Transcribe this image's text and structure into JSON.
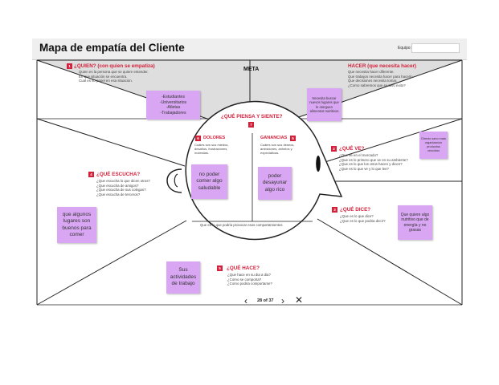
{
  "header": {
    "title": "Mapa de empatía del Cliente",
    "team_label": "Equipo:"
  },
  "meta_label": "META",
  "sections": {
    "quien": {
      "num": "1",
      "title": "¿QUIEN? (con quien se empatiza)",
      "lines": [
        "Quien es la persona que se quiere entender.",
        "En que situación se encuentra.",
        "Cual es su papel en esa situacion."
      ]
    },
    "hacer": {
      "title": "HACER (que necesita hacer)",
      "lines": [
        "Que necesita hacer diferente.",
        "Que trabajos necesita hacer para hacerlo.",
        "Que decisiones necesita tomar.",
        "¿Como sabremos que se tuvo exito?"
      ]
    },
    "piensa": {
      "num": "7",
      "title": "¿QUÉ PIENSA Y SIENTE?"
    },
    "dolores": {
      "num": "6",
      "title": "DOLORES",
      "lines": [
        "Cuáles son sus miedos,",
        "desafíos, frustraciones,",
        "molestias."
      ]
    },
    "ganancias": {
      "num": "5",
      "title": "GANANCIAS",
      "lines": [
        "Cuáles son sus deseos,",
        "ambiciones, anhelos y",
        "expectativas."
      ]
    },
    "comportamientos": "Que es lo que podría provocar esos comportamientos",
    "ve": {
      "num": "2",
      "title": "¿QUÉ VE?",
      "lines": [
        "¿Que ve en el mercado?",
        "¿Que es lo primero que ve en su ambiente?",
        "¿Que es lo que los otros hacen y dicen?",
        "¿Que es lo que ve y lo que lee?"
      ]
    },
    "escucha": {
      "num": "4",
      "title": "¿QUÉ ESCUCHA?",
      "lines": [
        "¿Que escucha lo que dicen otros?",
        "¿Que escucha de amigos?",
        "¿Que escucha de sus colegas?",
        "¿Que escucha de terceros?"
      ]
    },
    "dice": {
      "num": "3",
      "title": "¿QUÉ DICE?",
      "lines": [
        "¿Que es lo que dice?",
        "¿Que es lo que podria decir?"
      ]
    },
    "hace": {
      "num": "5",
      "title": "¿QUÉ HACE?",
      "lines": [
        "¿Que hace en su dia a dia?",
        "¿Como se comporta?",
        "¿Como podria comportarse?"
      ]
    }
  },
  "notes": {
    "quien": [
      "-Estudiantes",
      "-Universitarios",
      "-Atletas",
      "-Trabajadores"
    ],
    "hacer": "Necesita buscar nuevos lugares que le otorguen alimentos nutritivos",
    "ve": "Directo sano mala organizacion productos vencidos",
    "dolores": "no poder comer algo saludable",
    "ganancias": "poder desayunar algo rico",
    "escucha": "que algunos lugares son buenos para comer",
    "dice": "Que quiere algo nutritivo que de energía y no grasas",
    "hace": "Sus actividades de trabajo"
  },
  "pager": {
    "prev_icon": "‹",
    "count": "28 of 37",
    "next_icon": "›",
    "close_icon": "✕"
  },
  "colors": {
    "accent": "#d4203b",
    "note": "#d8a6f2",
    "top_band": "#dddddd"
  }
}
